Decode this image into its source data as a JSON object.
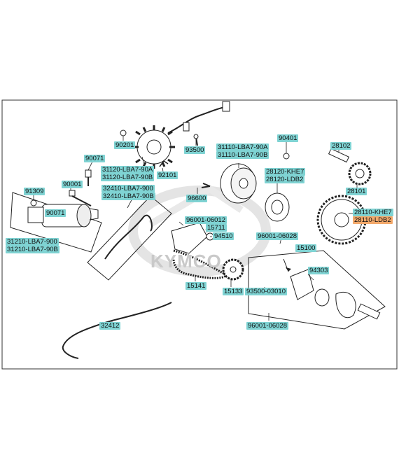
{
  "watermark": "KYMCO",
  "colors": {
    "highlight": "#7fd3d3",
    "selected": "#f3a96b",
    "line": "#222222",
    "frame": "#333333"
  },
  "labels": {
    "p90201": "90201",
    "p93500": "93500",
    "p90071a": "90071",
    "p31120a": "31120-LBA7-90A",
    "p31120b": "31120-LBA7-90B",
    "p92101": "92101",
    "p31110a": "31110-LBA7-90A",
    "p31110b": "31110-LBA7-90B",
    "p90401": "90401",
    "p28102": "28102",
    "p91309": "91309",
    "p90001": "90001",
    "p32410a": "32410-LBA7-900",
    "p32410b": "32410-LBA7-90B",
    "p96600": "96600",
    "p28120a": "28120-KHE7",
    "p28120b": "28120-LDB2",
    "p28101": "28101",
    "p90071b": "90071",
    "p28110a": "28110-KHE7",
    "p28110b": "28110-LDB2",
    "p96001a": "96001-06012",
    "p15711": "15711",
    "p31210a": "31210-LBA7-900",
    "p31210b": "31210-LBA7-90B",
    "p94510": "94510",
    "p96001b": "96001-06028",
    "p15100": "15100",
    "p94303": "94303",
    "p15141": "15141",
    "p15133": "15133",
    "p93500b": "93500-03010",
    "p32412": "32412",
    "p96001c": "96001-06028"
  }
}
